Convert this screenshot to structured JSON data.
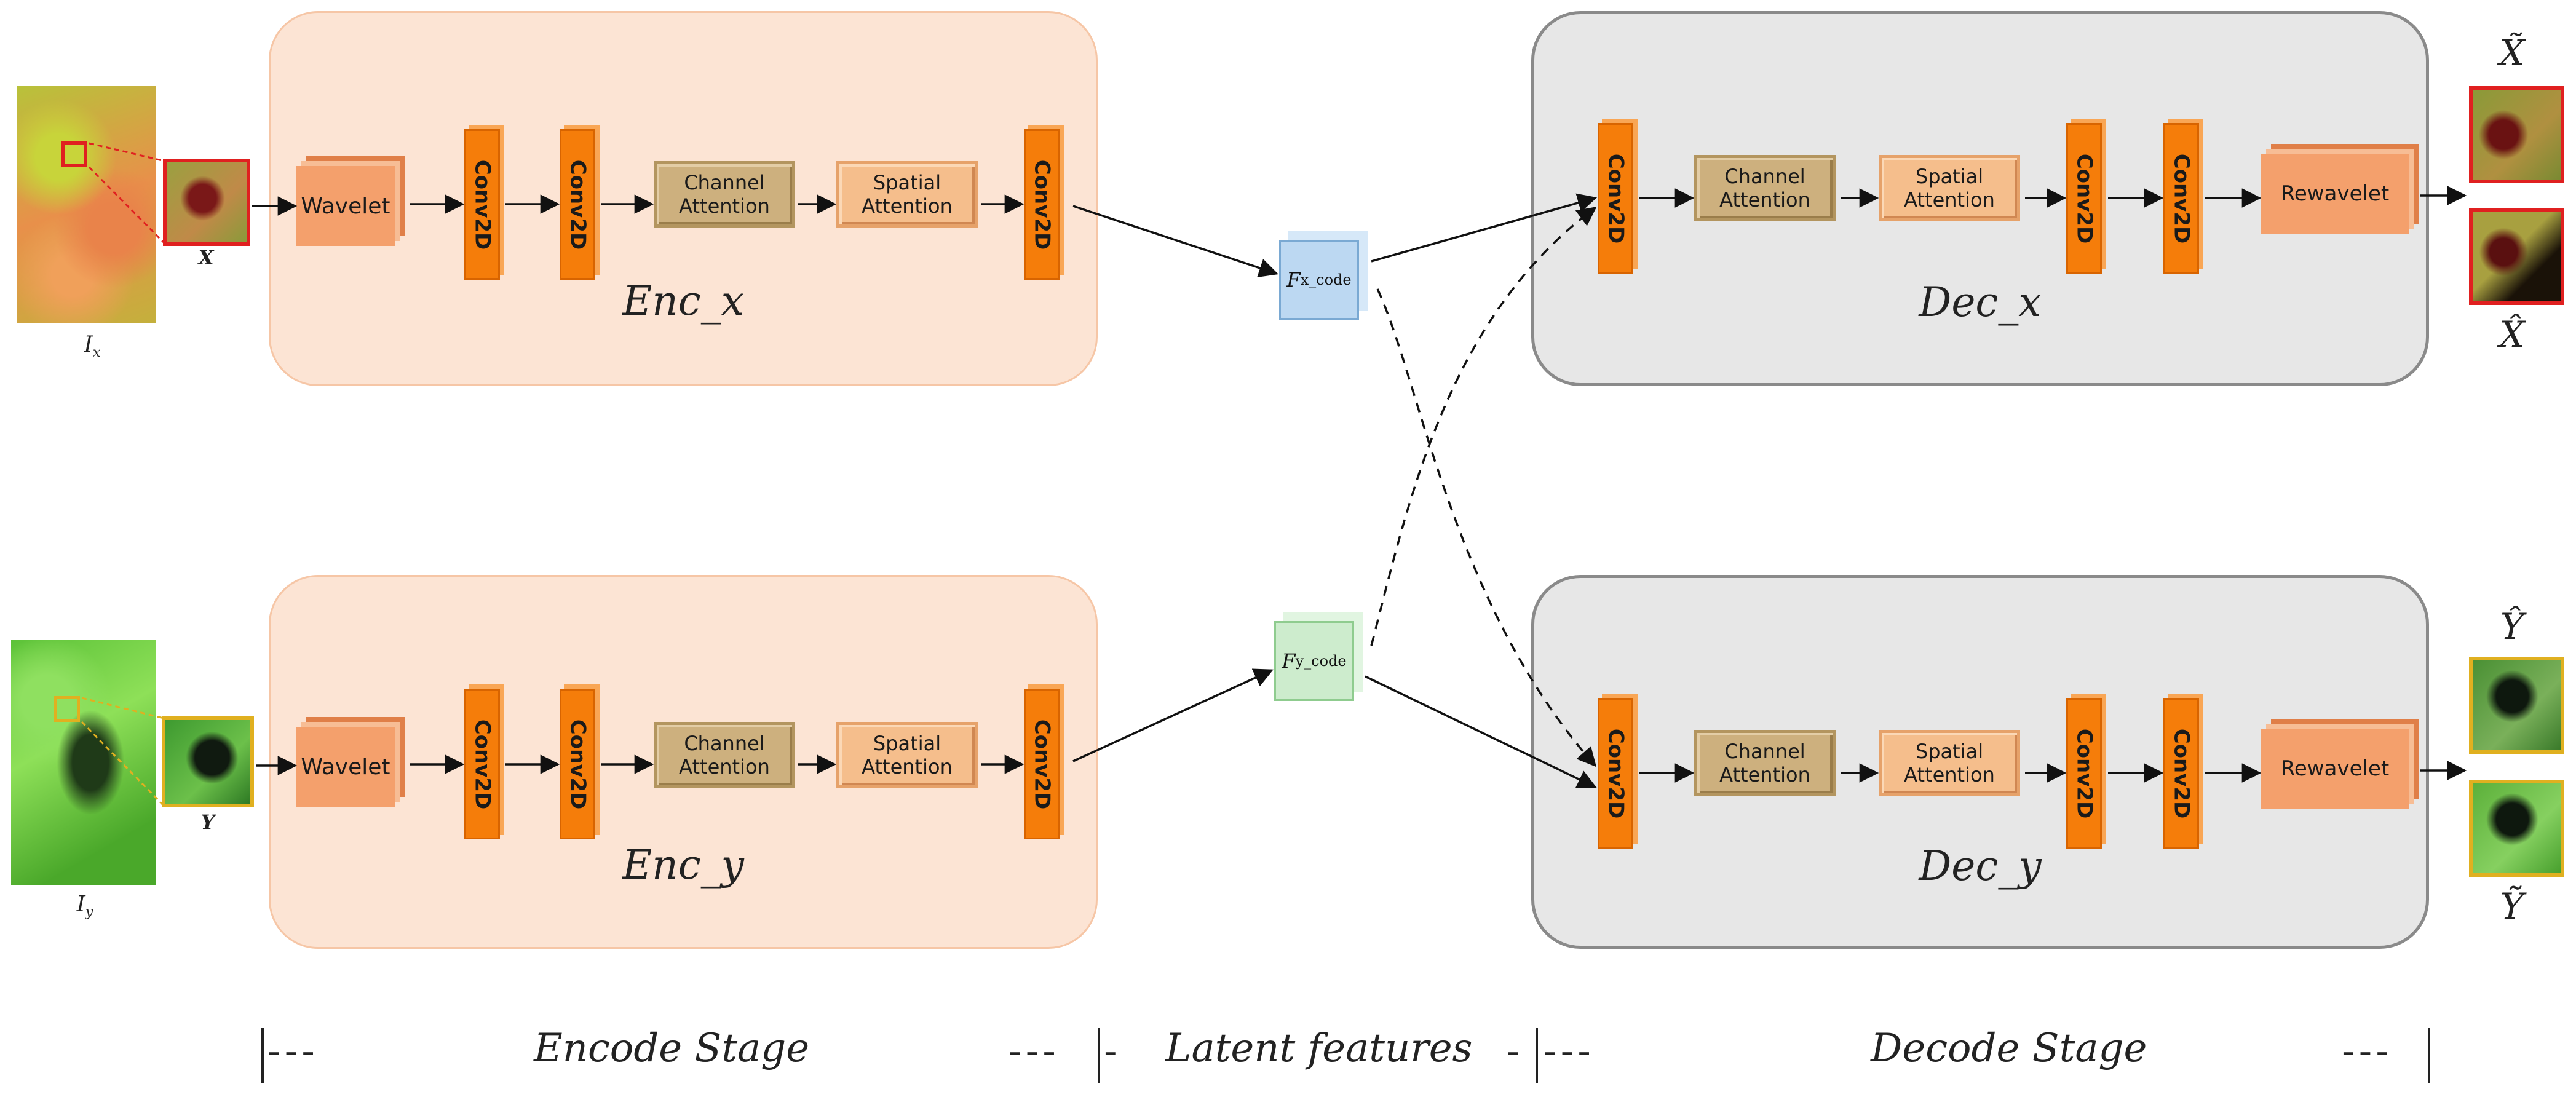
{
  "panels": {
    "enc_x": "Enc_x",
    "enc_y": "Enc_y",
    "dec_x": "Dec_x",
    "dec_y": "Dec_y"
  },
  "blocks": {
    "wavelet": "Wavelet",
    "conv2d": "Conv2D",
    "channel_attention": "Channel\nAttention",
    "spatial_attention": "Spatial\nAttention",
    "rewavelet": "Rewavelet"
  },
  "latent": {
    "fx_main": "F",
    "fx_sub": "x_code",
    "fy_main": "F",
    "fy_sub": "y_code"
  },
  "images": {
    "ix": "I",
    "ix_sub": "x",
    "iy": "I",
    "iy_sub": "y",
    "x_patch": "X",
    "y_patch": "Y",
    "x_tilde": "X̃",
    "x_hat": "X̂",
    "y_hat": "Ŷ",
    "y_tilde": "Ỹ"
  },
  "stages": {
    "encode": "Encode Stage",
    "latent": "Latent features",
    "decode": "Decode Stage"
  },
  "colors": {
    "encoder_bg": "#fce4d4",
    "decoder_bg": "#e7e7e7",
    "conv": "#f57d0a",
    "wavelet": "#f4a06c",
    "channel_attention": "#cdb07e",
    "spatial_attention": "#f5be8c",
    "latent_x": "#bcd8f2",
    "latent_y": "#cdeccd",
    "highlight_x": "#e02020",
    "highlight_y": "#e0b020"
  }
}
